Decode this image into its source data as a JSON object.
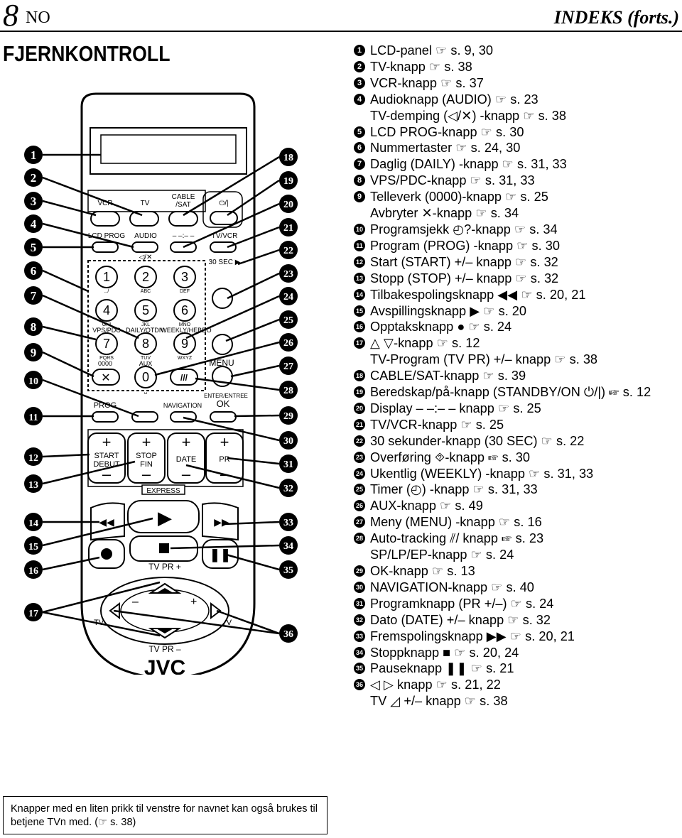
{
  "header": {
    "page_number": "8",
    "lang": "NO",
    "title": "INDEKS (forts.)"
  },
  "section_title": "FJERNKONTROLL",
  "remote": {
    "brand": "JVC",
    "labels": {
      "vcr": "VCR",
      "tv": "TV",
      "cable": "CABLE",
      "sat": "/SAT",
      "power": "⏻/|",
      "lcd_prog": "LCD PROG",
      "audio": "AUDIO",
      "display": "– –:– –",
      "tv_vcr": "TV/VCR",
      "mute": "◁/✕",
      "sec30": "30 SEC ▶",
      "keys": [
        {
          "d": "1",
          "s": "‥/"
        },
        {
          "d": "2",
          "s": "ABC"
        },
        {
          "d": "3",
          "s": "DEF"
        },
        {
          "d": "4",
          "s": "GHI"
        },
        {
          "d": "5",
          "s": "JKL"
        },
        {
          "d": "6",
          "s": "MNO"
        },
        {
          "d": "7",
          "s": "PQRS"
        },
        {
          "d": "8",
          "s": "TUV"
        },
        {
          "d": "9",
          "s": "WXYZ"
        },
        {
          "d": "0",
          "s": "␣"
        }
      ],
      "vps": "VPS/PDC",
      "daily": "DAILY/QTDN.",
      "weekly": "WEEKLY/HEBDO",
      "zeros": "0000",
      "aux": "AUX",
      "menu": "MENU",
      "enter": "ENTER/ENTREE",
      "ok": "OK",
      "prog": "PROG",
      "navigation": "NAVIGATION",
      "start": "START",
      "debut": "DEBUT",
      "stop": "STOP",
      "fin": "FIN",
      "date": "DATE",
      "pr": "PR",
      "express": "EXPRESS",
      "tvpr_top": "TV PR +",
      "tvpr_bottom": "TV PR –",
      "tv_side_left": "TV",
      "tv_side_right": "TV"
    }
  },
  "index": [
    {
      "n": "1",
      "lines": [
        "LCD-panel ☞ s. 9, 30"
      ]
    },
    {
      "n": "2",
      "lines": [
        "TV-knapp ☞ s. 38"
      ]
    },
    {
      "n": "3",
      "lines": [
        "VCR-knapp ☞ s. 37"
      ]
    },
    {
      "n": "4",
      "lines": [
        "Audioknapp (AUDIO) ☞ s. 23",
        "TV-demping (◁/✕) -knapp ☞ s. 38"
      ]
    },
    {
      "n": "5",
      "lines": [
        "LCD PROG-knapp ☞ s. 30"
      ]
    },
    {
      "n": "6",
      "lines": [
        "Nummertaster ☞ s. 24, 30"
      ]
    },
    {
      "n": "7",
      "lines": [
        "Daglig (DAILY) -knapp ☞ s. 31, 33"
      ]
    },
    {
      "n": "8",
      "lines": [
        "VPS/PDC-knapp ☞ s. 31, 33"
      ]
    },
    {
      "n": "9",
      "lines": [
        "Telleverk (0000)-knapp ☞ s. 25",
        "Avbryter ✕-knapp ☞ s. 34"
      ]
    },
    {
      "n": "10",
      "lines": [
        "Programsjekk ◴?-knapp ☞ s. 34"
      ]
    },
    {
      "n": "11",
      "lines": [
        "Program (PROG) -knapp ☞ s. 30"
      ]
    },
    {
      "n": "12",
      "lines": [
        "Start (START) +/– knapp ☞ s. 32"
      ]
    },
    {
      "n": "13",
      "lines": [
        "Stopp (STOP) +/– knapp ☞ s. 32"
      ]
    },
    {
      "n": "14",
      "lines": [
        "Tilbakespolingsknapp ◀◀ ☞ s. 20, 21"
      ]
    },
    {
      "n": "15",
      "lines": [
        "Avspillingsknapp ▶ ☞ s. 20"
      ]
    },
    {
      "n": "16",
      "lines": [
        "Opptaksknapp ● ☞ s. 24"
      ]
    },
    {
      "n": "17",
      "lines": [
        "△ ▽-knapp ☞ s. 12",
        "TV-Program (TV PR) +/– knapp ☞ s. 38"
      ]
    },
    {
      "n": "18",
      "lines": [
        "CABLE/SAT-knapp ☞ s. 39"
      ]
    },
    {
      "n": "19",
      "lines": [
        "Beredskap/på-knapp (STANDBY/ON ⏻/|) ☞ s. 12"
      ]
    },
    {
      "n": "20",
      "lines": [
        "Display – –:– – knapp ☞ s. 25"
      ]
    },
    {
      "n": "21",
      "lines": [
        "TV/VCR-knapp ☞ s. 25"
      ]
    },
    {
      "n": "22",
      "lines": [
        "30 sekunder-knapp (30 SEC) ☞ s. 22"
      ]
    },
    {
      "n": "23",
      "lines": [
        "Overføring ⯑-knapp ☞ s. 30"
      ]
    },
    {
      "n": "24",
      "lines": [
        "Ukentlig (WEEKLY) -knapp ☞ s. 31, 33"
      ]
    },
    {
      "n": "25",
      "lines": [
        "Timer (◴) -knapp ☞ s. 31, 33"
      ]
    },
    {
      "n": "26",
      "lines": [
        "AUX-knapp ☞ s. 49"
      ]
    },
    {
      "n": "27",
      "lines": [
        "Meny (MENU) -knapp ☞ s. 16"
      ]
    },
    {
      "n": "28",
      "lines": [
        "Auto-tracking ⫽/ knapp ☞ s. 23",
        "SP/LP/EP-knapp ☞ s. 24"
      ]
    },
    {
      "n": "29",
      "lines": [
        "OK-knapp ☞ s. 13"
      ]
    },
    {
      "n": "30",
      "lines": [
        "NAVIGATION-knapp ☞ s. 40"
      ]
    },
    {
      "n": "31",
      "lines": [
        "Programknapp (PR +/–) ☞ s. 24"
      ]
    },
    {
      "n": "32",
      "lines": [
        "Dato (DATE) +/– knapp ☞ s. 32"
      ]
    },
    {
      "n": "33",
      "lines": [
        "Fremspolingsknapp ▶▶ ☞ s. 20, 21"
      ]
    },
    {
      "n": "34",
      "lines": [
        "Stoppknapp ■ ☞ s. 20, 24"
      ]
    },
    {
      "n": "35",
      "lines": [
        "Pauseknapp ❚❚ ☞ s. 21"
      ]
    },
    {
      "n": "36",
      "lines": [
        "◁ ▷ knapp ☞ s. 21, 22",
        "TV ◿ +/– knapp ☞ s. 38"
      ]
    }
  ],
  "note": "Knapper med en liten prikk til venstre for navnet kan også brukes til betjene TVn med. (☞ s. 38)"
}
